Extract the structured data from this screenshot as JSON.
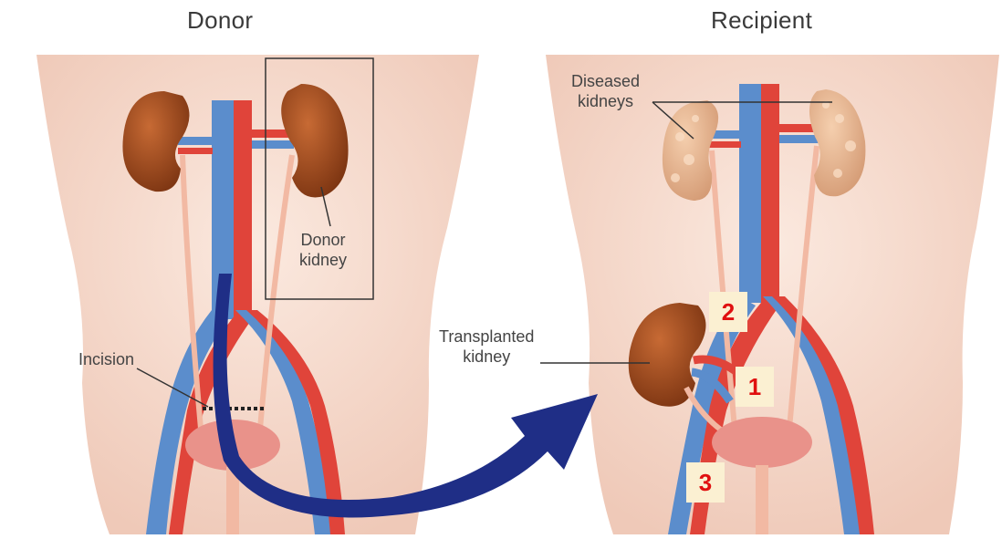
{
  "panels": {
    "donor": {
      "title": "Donor"
    },
    "recipient": {
      "title": "Recipient"
    }
  },
  "labels": {
    "donor_kidney": [
      "Donor",
      "kidney"
    ],
    "incision": "Incision",
    "diseased_kidneys": [
      "Diseased",
      "kidneys"
    ],
    "transplanted_kidney": [
      "Transplanted",
      "kidney"
    ]
  },
  "markers": [
    "1",
    "2",
    "3"
  ],
  "colors": {
    "skin": "#f6dccf",
    "artery": "#e0443a",
    "vein": "#5b8dcc",
    "kidney": "#9a4a1c",
    "diseased_kidney": "#e7b58f",
    "bladder": "#e9928a",
    "arrow": "#1f2e86",
    "marker_text": "#e01010",
    "marker_bg": "#fbf0d2"
  }
}
